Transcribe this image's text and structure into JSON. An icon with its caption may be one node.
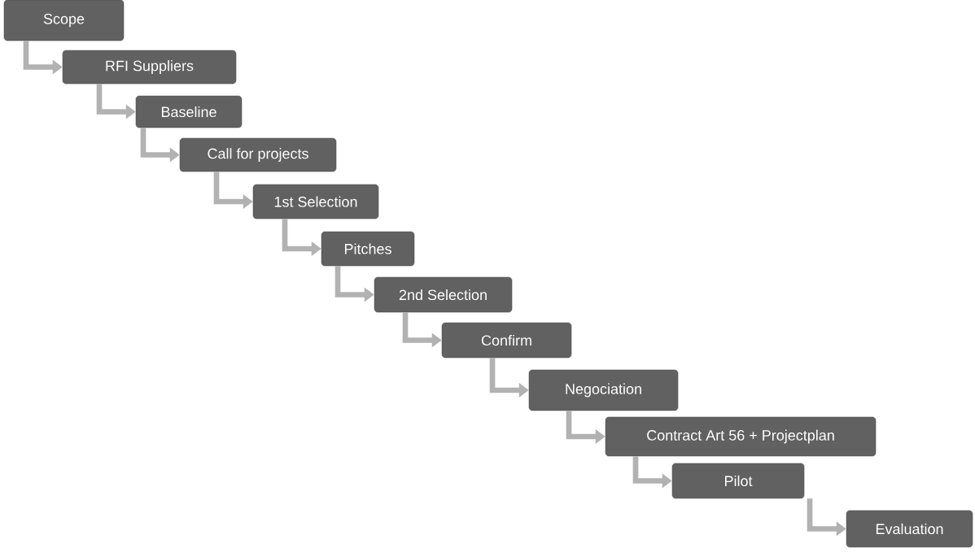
{
  "diagram": {
    "nodes": [
      {
        "text": [
          "Scope"
        ]
      },
      {
        "text": [
          "RFI Suppliers"
        ]
      },
      {
        "text": [
          "Baseline"
        ]
      },
      {
        "text": [
          "Call for projects"
        ]
      },
      {
        "text": [
          "1st Selection"
        ]
      },
      {
        "text": [
          "Pitches"
        ]
      },
      {
        "text": [
          "2nd Selection"
        ]
      },
      {
        "text": [
          "Confirm"
        ]
      },
      {
        "text": [
          "Negociation"
        ]
      },
      {
        "text": [
          "Contract Art 56 + Projectplan"
        ]
      },
      {
        "text": [
          "Pilot"
        ]
      },
      {
        "text": [
          "Evaluation"
        ]
      }
    ],
    "edges": [
      {
        "from": 0,
        "to": 1,
        "arrow": "to"
      },
      {
        "from": 1,
        "to": 2,
        "arrow": "to"
      },
      {
        "from": 2,
        "to": 3,
        "arrow": "to"
      },
      {
        "from": 3,
        "to": 4,
        "arrow": "to"
      },
      {
        "from": 4,
        "to": 5,
        "arrow": "to"
      },
      {
        "from": 5,
        "to": 6,
        "arrow": "to"
      },
      {
        "from": 6,
        "to": 7,
        "arrow": "to"
      },
      {
        "from": 7,
        "to": 8,
        "arrow": "to"
      },
      {
        "from": 8,
        "to": 9,
        "arrow": "to"
      },
      {
        "from": 9,
        "to": 10,
        "arrow": "to"
      },
      {
        "from": 10,
        "to": 11,
        "arrow": "to"
      }
    ]
  }
}
